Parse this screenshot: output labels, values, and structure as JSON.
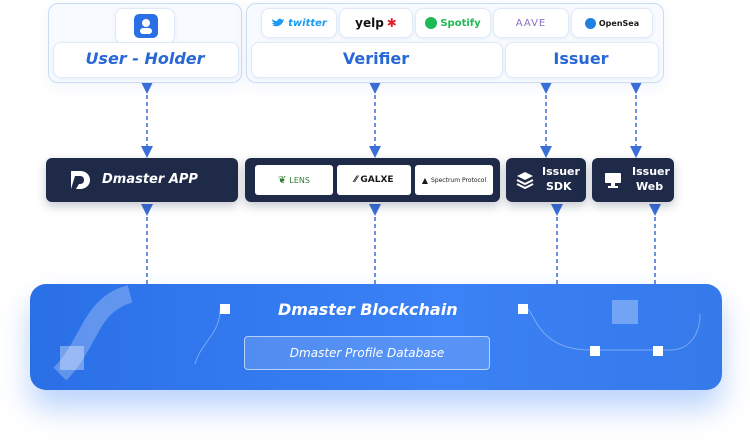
{
  "holder": {
    "label": "User - Holder",
    "icon": "user-icon"
  },
  "verifier": {
    "label": "Verifier",
    "brands": [
      "twitter",
      "yelp",
      "Spotify",
      "AAVE",
      "OpenSea"
    ]
  },
  "issuer": {
    "label": "Issuer"
  },
  "dmaster_app": {
    "label": "Dmaster APP"
  },
  "verifier_tools": [
    "LENS",
    "GALXE",
    "Spectrum Protocol"
  ],
  "issuer_sdk": {
    "line1": "Issuer",
    "line2": "SDK"
  },
  "issuer_web": {
    "line1": "Issuer",
    "line2": "Web"
  },
  "blockchain": {
    "label": "Dmaster Blockchain",
    "database": "Dmaster Profile Database"
  },
  "colors": {
    "accent": "#2867d6",
    "dark": "#1e2a47",
    "base": "#3b82f6"
  }
}
